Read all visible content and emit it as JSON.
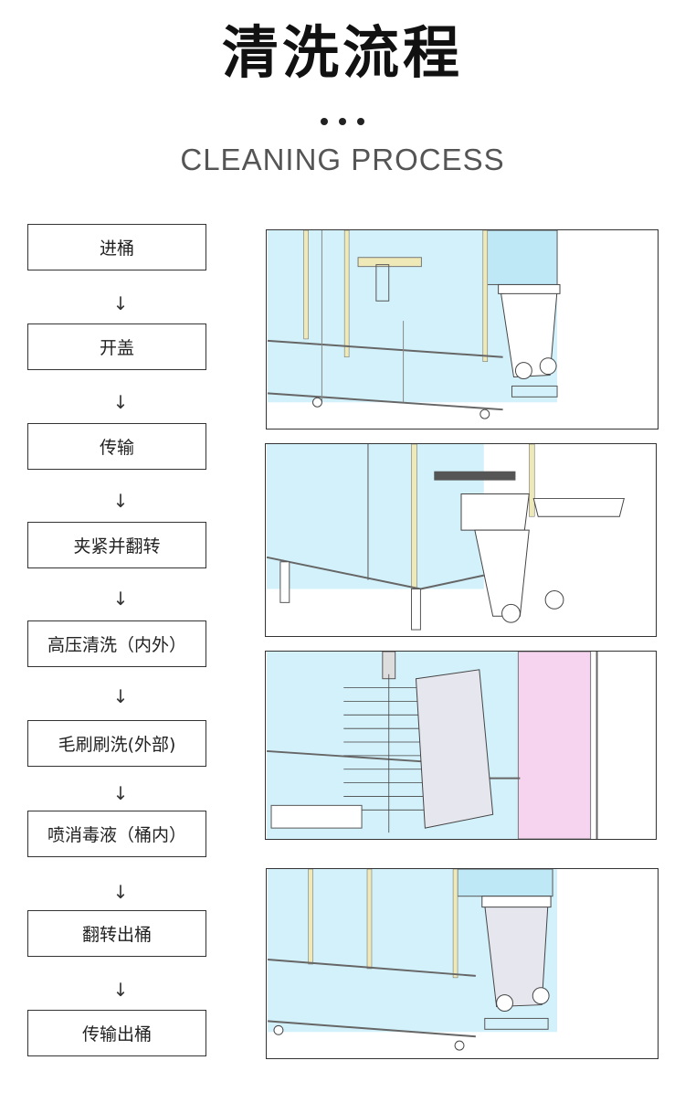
{
  "header": {
    "title": "清洗流程",
    "subtitle": "CLEANING PROCESS"
  },
  "steps": [
    {
      "label": "进桶"
    },
    {
      "label": "开盖"
    },
    {
      "label": "传输"
    },
    {
      "label": "夹紧并翻转"
    },
    {
      "label": "高压清洗（内外）"
    },
    {
      "label": "毛刷刷洗(外部)"
    },
    {
      "label": "喷消毒液（桶内）"
    },
    {
      "label": "翻转出桶"
    },
    {
      "label": "传输出桶"
    }
  ],
  "arrow_glyph": "↓",
  "colors": {
    "panel": "#cdeefa",
    "frame": "#efe9b8",
    "pink": "#f6d3ee"
  }
}
